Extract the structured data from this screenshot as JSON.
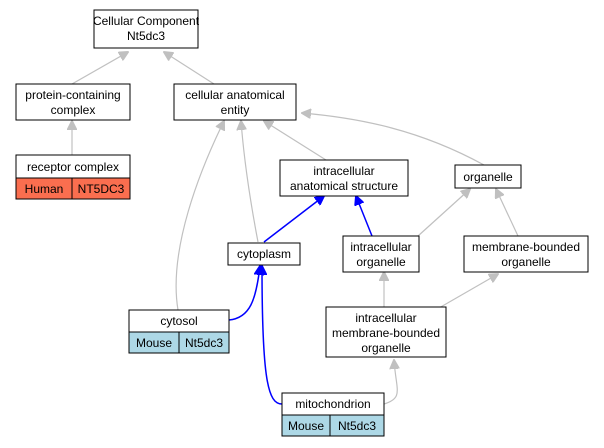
{
  "colors": {
    "human": "#fa6e4f",
    "mouse": "#add8e6",
    "edge_is_a": "#c0c0c0",
    "edge_part_of": "#0000ff"
  },
  "nodes": {
    "cellular_component": {
      "line1": "Cellular Component",
      "line2": "Nt5dc3"
    },
    "protein_containing_complex": {
      "line1": "protein-containing",
      "line2": "complex"
    },
    "cellular_anatomical_entity": {
      "line1": "cellular anatomical",
      "line2": "entity"
    },
    "receptor_complex": {
      "label": "receptor complex",
      "species": "Human",
      "gene": "NT5DC3"
    },
    "intracellular_anatomical_structure": {
      "line1": "intracellular",
      "line2": "anatomical structure"
    },
    "organelle": {
      "label": "organelle"
    },
    "cytoplasm": {
      "label": "cytoplasm"
    },
    "intracellular_organelle": {
      "line1": "intracellular",
      "line2": "organelle"
    },
    "membrane_bounded_organelle": {
      "line1": "membrane-bounded",
      "line2": "organelle"
    },
    "cytosol": {
      "label": "cytosol",
      "species": "Mouse",
      "gene": "Nt5dc3"
    },
    "intracellular_membrane_bounded_organelle": {
      "line1": "intracellular",
      "line2": "membrane-bounded",
      "line3": "organelle"
    },
    "mitochondrion": {
      "label": "mitochondrion",
      "species": "Mouse",
      "gene": "Nt5dc3"
    }
  }
}
